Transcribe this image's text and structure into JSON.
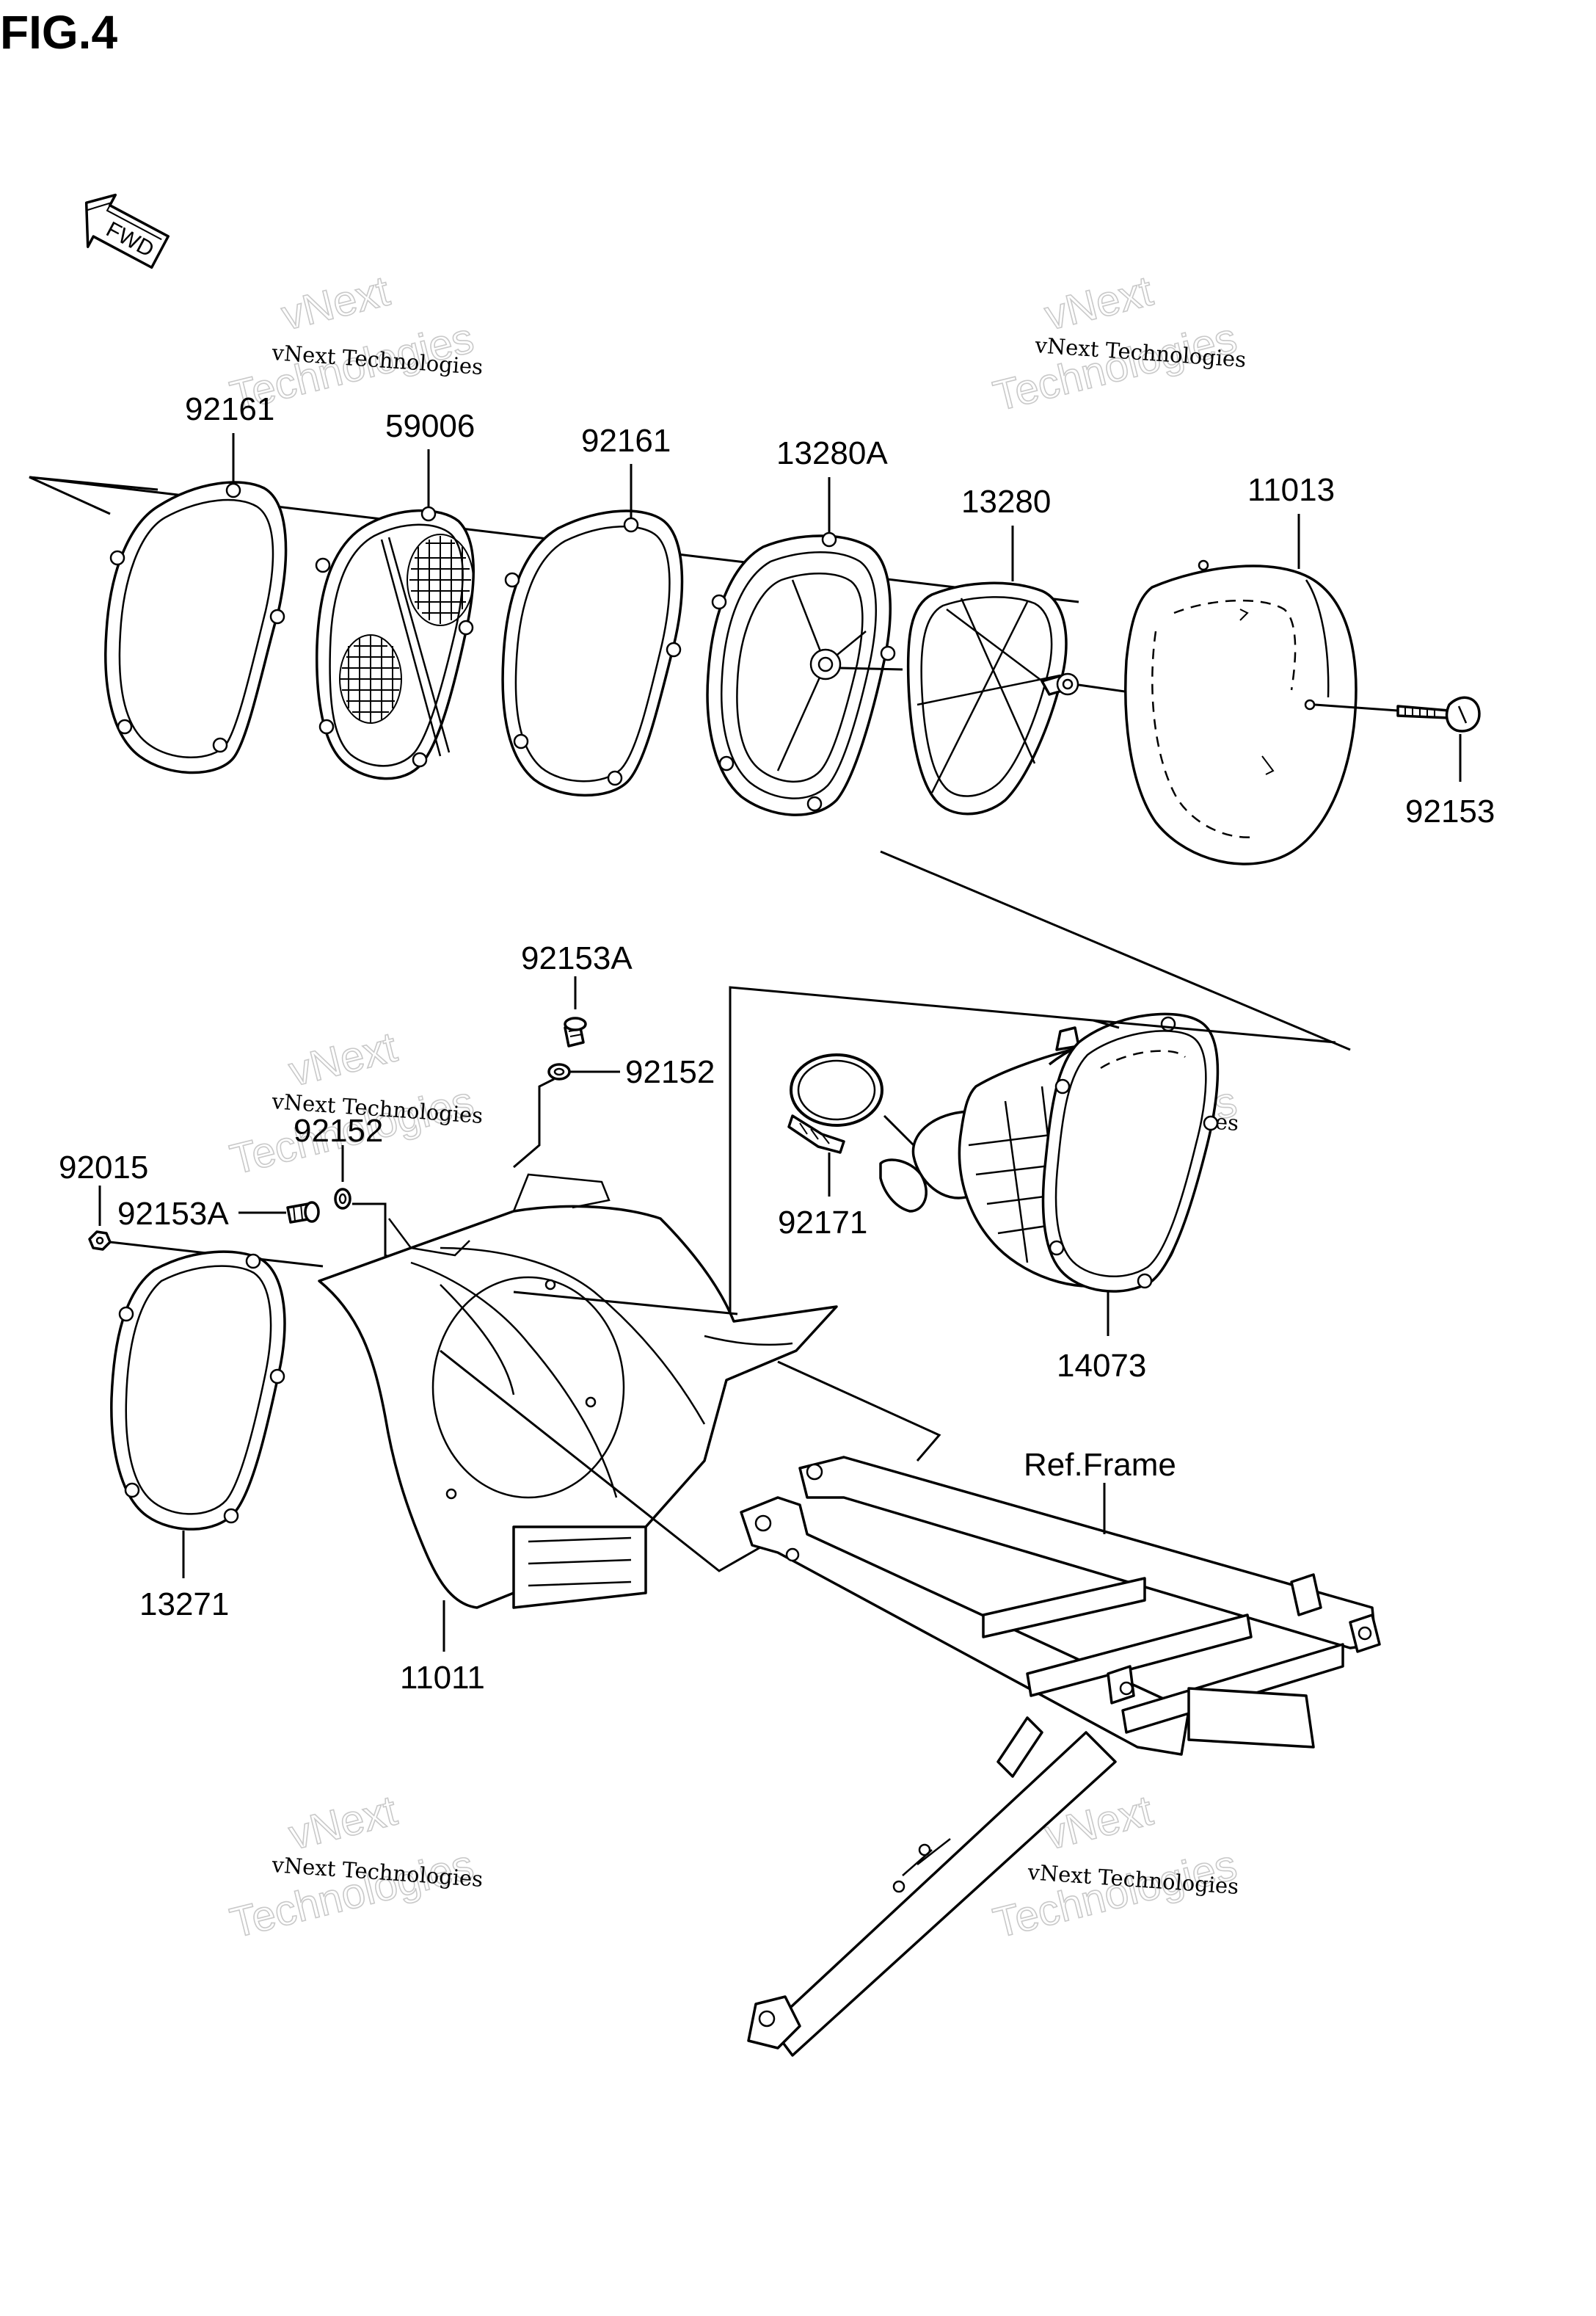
{
  "figure": {
    "title": "FIG.4",
    "fwd_label": "FWD"
  },
  "watermark": {
    "line1": "vNext Technologies",
    "line2": "vNext",
    "line3": "Technologies"
  },
  "callouts": {
    "p92161_left": "92161",
    "p59006": "59006",
    "p92161_mid": "92161",
    "p13280A": "13280A",
    "p13280": "13280",
    "p11013": "11013",
    "p92153": "92153",
    "p92153A_top": "92153A",
    "p92152_right": "92152",
    "p92152_left": "92152",
    "p92015": "92015",
    "p92153A_left": "92153A",
    "p92171": "92171",
    "p14073": "14073",
    "p13271": "13271",
    "p11011": "11011",
    "ref_frame": "Ref.Frame"
  }
}
